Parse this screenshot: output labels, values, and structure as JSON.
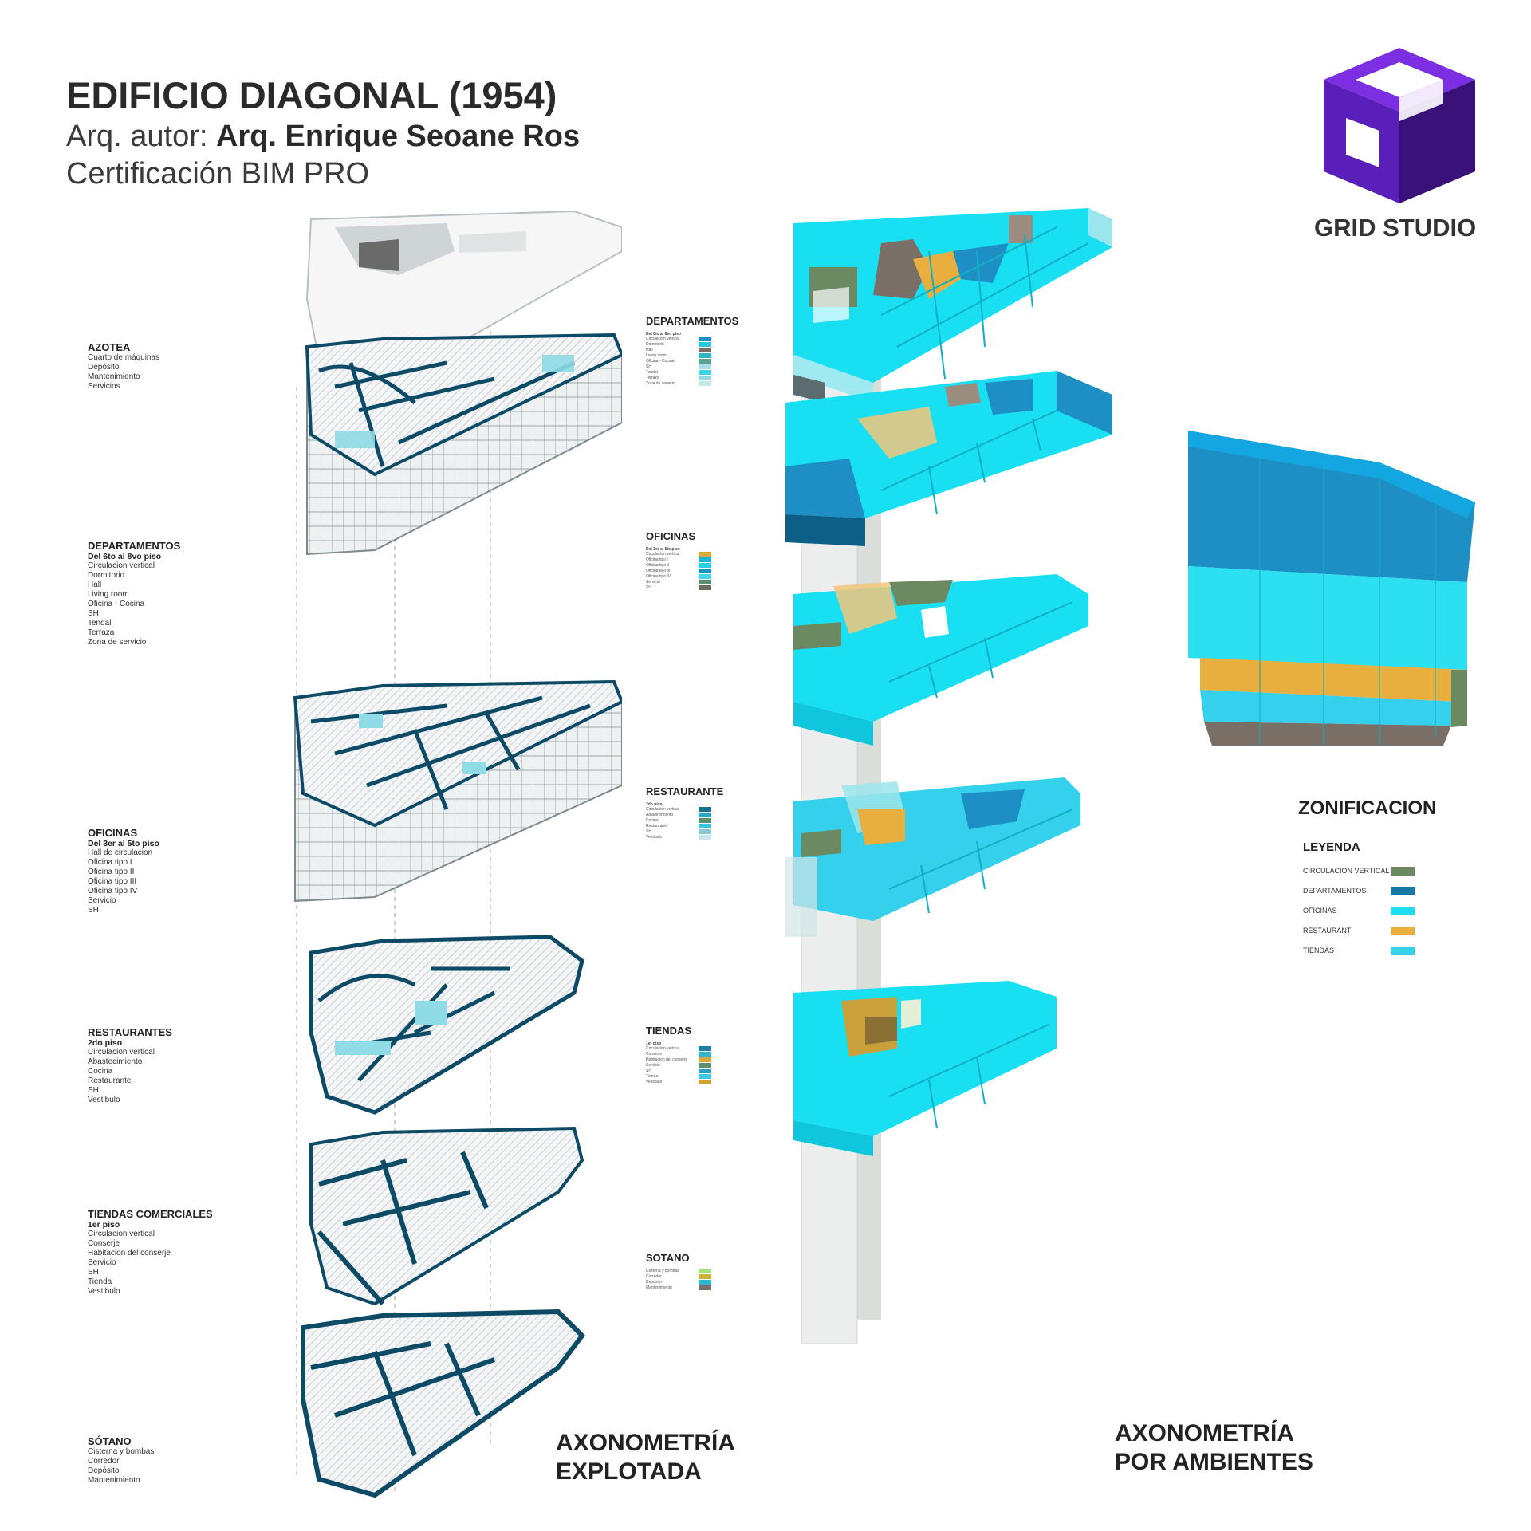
{
  "header": {
    "title": "EDIFICIO DIAGONAL (1954)",
    "author_prefix": "Arq. autor: ",
    "author_name": "Arq. Enrique Seoane Ros",
    "certification": "Certificación BIM PRO"
  },
  "brand": {
    "name": "GRID STUDIO",
    "color_light": "#7b2fe0",
    "color_mid": "#5a1fb8",
    "color_dark": "#3a1178"
  },
  "floors": [
    {
      "heading": "AZOTEA",
      "subheading": "",
      "items": [
        "Cuarto de máquinas",
        "Depósito",
        "Mantenimiento",
        "Servicios"
      ]
    },
    {
      "heading": "DEPARTAMENTOS",
      "subheading": "Del 6to al 8vo piso",
      "items": [
        "Circulacion vertical",
        "Dormitorio",
        "Hall",
        "Living room",
        "Oficina - Cocina",
        "SH",
        "Tendal",
        "Terraza",
        "Zona de servicio"
      ]
    },
    {
      "heading": "OFICINAS",
      "subheading": "Del 3er al 5to piso",
      "items": [
        "Hall de circulacion",
        "Oficina tipo I",
        "Oficina tipo II",
        "Oficina tipo III",
        "Oficina tipo IV",
        "Servicio",
        "SH"
      ]
    },
    {
      "heading": "RESTAURANTES",
      "subheading": "2do piso",
      "items": [
        "Circulacion vertical",
        "Abastecimiento",
        "Cocina",
        "Restaurante",
        "SH",
        "Vestibulo"
      ]
    },
    {
      "heading": "TIENDAS COMERCIALES",
      "subheading": "1er piso",
      "items": [
        "Circulacion vertical",
        "Conserje",
        "Habitacion del conserje",
        "Servicio",
        "SH",
        "Tienda",
        "Vestibulo"
      ]
    },
    {
      "heading": "SÓTANO",
      "subheading": "",
      "items": [
        "Cisterna y bombas",
        "Corredor",
        "Depósito",
        "Mantenimiento"
      ]
    }
  ],
  "mini_legends": [
    {
      "heading": "DEPARTAMENTOS",
      "subheading": "Del 6to al 8vo piso",
      "items": [
        "Circulacion vertical",
        "Dormitorio",
        "Hall",
        "Living room",
        "Oficina - Cocina",
        "SH",
        "Tendal",
        "Terraza",
        "Zona de servicio"
      ],
      "colors": [
        "#1f8fbf",
        "#29c7e0",
        "#7a6f66",
        "#2fb3c9",
        "#5fa08f",
        "#a8dfe6",
        "#46d0e8",
        "#8fd9e0",
        "#c2e8ec"
      ]
    },
    {
      "heading": "OFICINAS",
      "subheading": "Del 3er al 5to piso",
      "items": [
        "Circulacion vertical",
        "Oficina tipo I",
        "Oficina tipo II",
        "Oficina tipo III",
        "Oficina tipo IV",
        "Servicio",
        "SH"
      ],
      "colors": [
        "#e0a838",
        "#19b7d6",
        "#2ecde6",
        "#1396b8",
        "#45d6ea",
        "#5c8f72",
        "#6d6b5f"
      ]
    },
    {
      "heading": "RESTAURANTE",
      "subheading": "2do piso",
      "items": [
        "Circulacion vertical",
        "Abastecimiento",
        "Cocina",
        "Restaurante",
        "SH",
        "Vestibulo"
      ],
      "colors": [
        "#1f6f8f",
        "#2aa8c9",
        "#5c8f72",
        "#38c4dc",
        "#8fc7d0",
        "#c8e6ea"
      ]
    },
    {
      "heading": "TIENDAS",
      "subheading": "1er piso",
      "items": [
        "Circulacion vertical",
        "Conserje",
        "Habitacion del conserje",
        "Servicio",
        "SH",
        "Tienda",
        "Vestibulo"
      ],
      "colors": [
        "#1f7f9f",
        "#33b5d0",
        "#d4a93a",
        "#5c8f72",
        "#2a9fc0",
        "#3cc8e0",
        "#d0a030"
      ]
    },
    {
      "heading": "SOTANO",
      "subheading": "",
      "items": [
        "Cisterna y bombas",
        "Corredor",
        "Depósito",
        "Mantenimiento"
      ],
      "colors": [
        "#a6e07a",
        "#c9b437",
        "#2fb6cf",
        "#7a6f66"
      ]
    }
  ],
  "captions": {
    "exploded_line1": "AXONOMETRÍA",
    "exploded_line2": "EXPLOTADA",
    "ambientes_line1": "AXONOMETRÍA",
    "ambientes_line2": "POR AMBIENTES",
    "zonificacion": "ZONIFICACION"
  },
  "zoning_legend": {
    "title": "LEYENDA",
    "items": [
      {
        "label": "CIRCULACION VERTICAL",
        "color": "#6b8a62"
      },
      {
        "label": "DEPARTAMENTOS",
        "color": "#1777a6"
      },
      {
        "label": "OFICINAS",
        "color": "#21ddf0"
      },
      {
        "label": "RESTAURANT",
        "color": "#e8ae3e"
      },
      {
        "label": "TIENDAS",
        "color": "#35d0ec"
      }
    ]
  },
  "watermark": "GRID STUDIO",
  "colors": {
    "cyan": "#19dff2",
    "cyan_dark": "#0fb0c6",
    "blue": "#1d8fc4",
    "blue_dark": "#0d5f88",
    "gold": "#e8ae3e",
    "olive": "#6b8a62",
    "navy": "#0c4a66"
  }
}
